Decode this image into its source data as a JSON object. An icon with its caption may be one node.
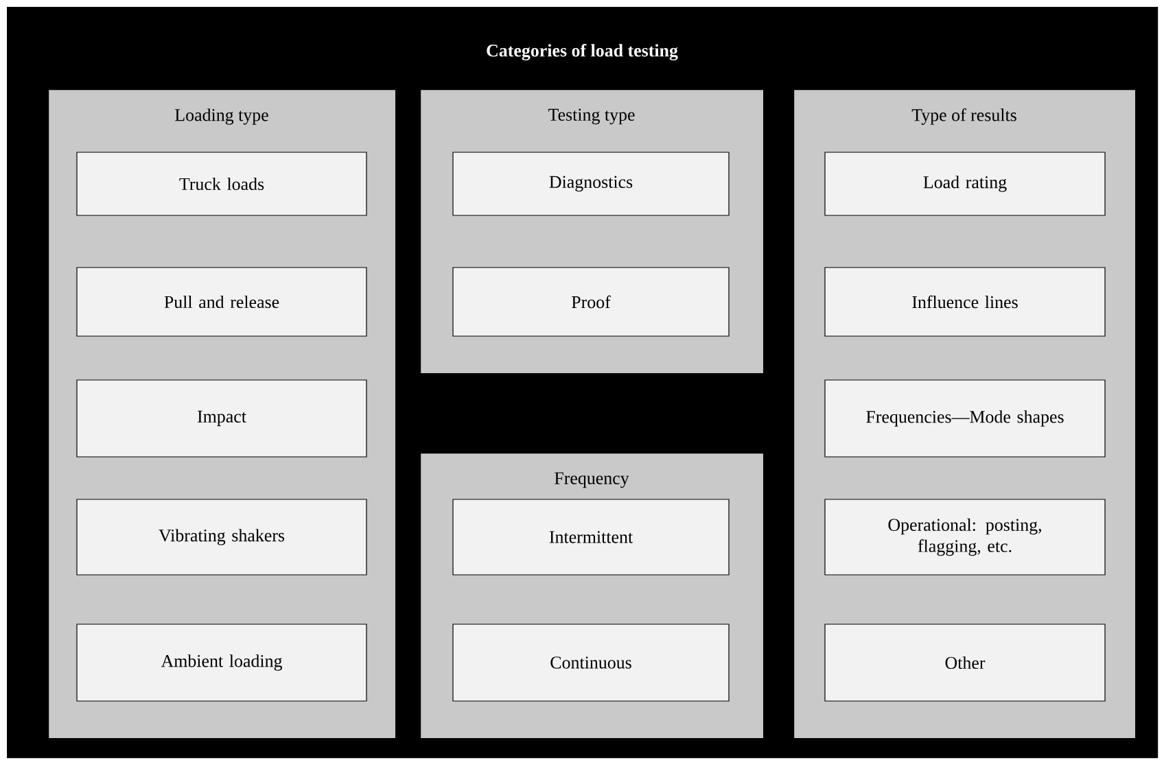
{
  "diagram": {
    "nodes": [
      {
        "text": [
          "Categories of load testing"
        ]
      },
      {
        "text": [
          "Loading type"
        ],
        "in": 0
      },
      {
        "text": [
          "Truck loads"
        ],
        "in": 1
      },
      {
        "text": [
          "Pull and release"
        ],
        "in": 1
      },
      {
        "text": [
          "Impact"
        ],
        "in": 1
      },
      {
        "text": [
          "Vibrating shakers"
        ],
        "in": 1
      },
      {
        "text": [
          "Ambient loading"
        ],
        "in": 1
      },
      {
        "text": [
          "Testing type"
        ],
        "in": 0
      },
      {
        "text": [
          "Diagnostics"
        ],
        "in": 7
      },
      {
        "text": [
          "Proof"
        ],
        "in": 7
      },
      {
        "text": [
          "Type of results"
        ],
        "in": 0
      },
      {
        "text": [
          "Load rating"
        ],
        "in": 10
      },
      {
        "text": [
          "Influence lines"
        ],
        "in": 10
      },
      {
        "text": [
          "Frequencies—Mode shapes"
        ],
        "in": 10
      },
      {
        "text": [
          "Operational: posting, flagging, etc."
        ],
        "in": 10
      },
      {
        "text": [
          "Other"
        ],
        "in": 10
      },
      {
        "text": [
          "Frequency"
        ],
        "in": 0
      },
      {
        "text": [
          "Intermittent"
        ],
        "in": 16
      },
      {
        "text": [
          "Continuous"
        ],
        "in": 16
      }
    ]
  }
}
